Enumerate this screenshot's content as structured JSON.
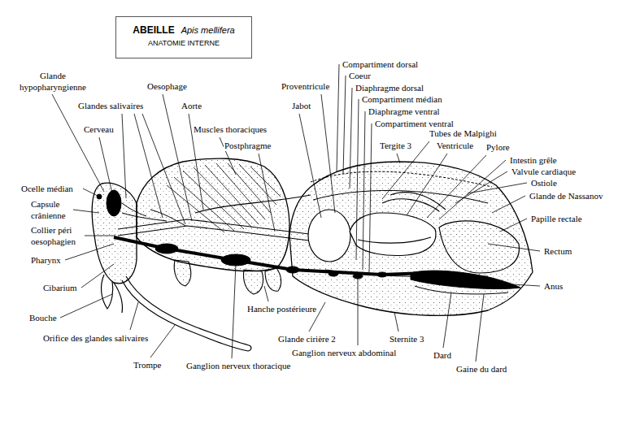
{
  "diagram": {
    "nodes": [
      {
        "text": [
          "ABEILLE",
          "Apis mellifera",
          "ANATOMIE INTERNE"
        ]
      }
    ],
    "labels": [
      "Glande hypopharyngienne",
      "Oesophage",
      "Glandes salivaires",
      "Aorte",
      "Muscles thoraciques",
      "Postphragme",
      "Cerveau",
      "Ocelle médian",
      "Capsule crânienne",
      "Collier péri oesophagien",
      "Pharynx",
      "Cibarium",
      "Bouche",
      "Orifice des glandes salivaires",
      "Trompe",
      "Ganglion nerveux thoracique",
      "Hanche postérieure",
      "Glande cirière 2",
      "Ganglion nerveux abdominal",
      "Sternite 3",
      "Dard",
      "Gaine du dard",
      "Anus",
      "Rectum",
      "Papille rectale",
      "Glande de Nassanov",
      "Ostiole",
      "Valvule cardiaque",
      "Intestin grêle",
      "Pylore",
      "Ventricule",
      "Tubes de Malpighi",
      "Tergite 3",
      "Compartiment ventral",
      "Diaphragme ventral",
      "Compartiment médian",
      "Diaphragme dorsal",
      "Coeur",
      "Compartiment dorsal",
      "Proventricule",
      "Jabot"
    ]
  }
}
